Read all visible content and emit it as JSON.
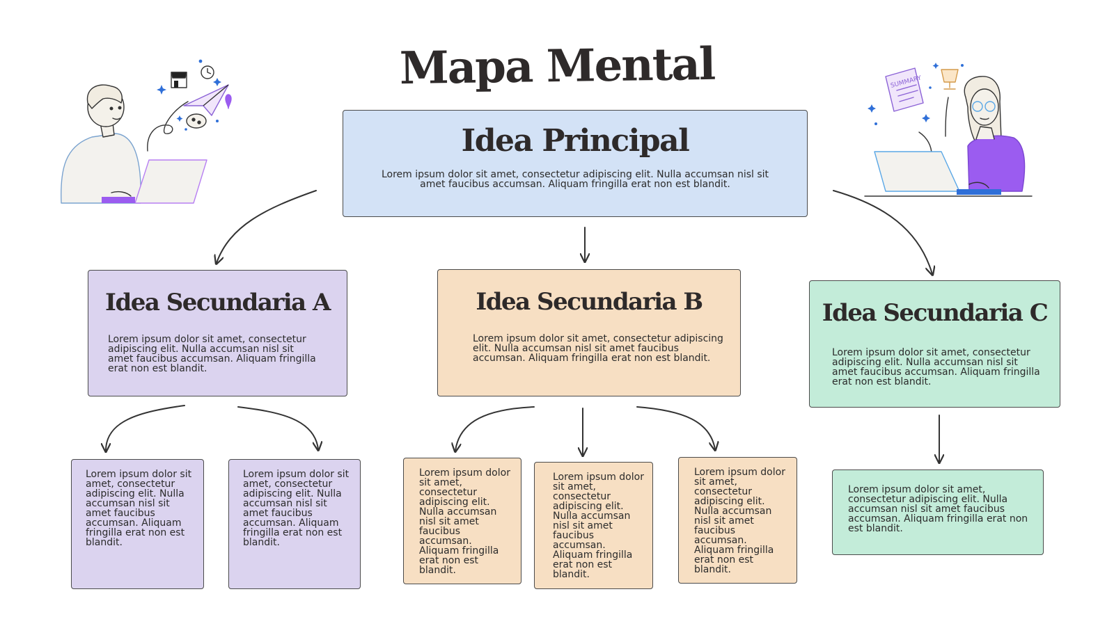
{
  "title": "Mapa Mental",
  "main_idea": {
    "title": "Idea Principal",
    "text": "Lorem ipsum dolor sit amet, consectetur adipiscing elit. Nulla accumsan nisl sit amet faucibus accumsan. Aliquam fringilla erat non est blandit."
  },
  "secondary": [
    {
      "title": "Idea Secundaria A",
      "text": "Lorem ipsum dolor sit amet, consectetur adipiscing elit. Nulla accumsan nisl sit amet faucibus accumsan. Aliquam fringilla erat non est blandit."
    },
    {
      "title": "Idea Secundaria B",
      "text": "Lorem ipsum dolor sit amet, consectetur adipiscing elit. Nulla accumsan nisl sit amet faucibus accumsan. Aliquam fringilla erat non est blandit."
    },
    {
      "title": "Idea Secundaria C",
      "text": "Lorem ipsum dolor sit amet, consectetur adipiscing elit. Nulla accumsan nisl sit amet faucibus accumsan. Aliquam fringilla erat non est blandit."
    }
  ],
  "leaves": {
    "a": [
      "Lorem ipsum dolor sit amet, consectetur adipiscing elit. Nulla accumsan nisl sit amet faucibus accumsan. Aliquam fringilla erat non est blandit.",
      "Lorem ipsum dolor sit amet, consectetur adipiscing elit. Nulla accumsan nisl sit amet faucibus accumsan. Aliquam fringilla erat non est blandit."
    ],
    "b": [
      "Lorem ipsum dolor sit amet, consectetur adipiscing elit. Nulla accumsan nisl sit amet faucibus accumsan. Aliquam fringilla erat non est blandit.",
      "Lorem ipsum dolor sit amet, consectetur adipiscing elit. Nulla accumsan nisl sit amet faucibus accumsan. Aliquam fringilla erat non est blandit.",
      "Lorem ipsum dolor sit amet, consectetur adipiscing elit. Nulla accumsan nisl sit amet faucibus accumsan. Aliquam fringilla erat non est blandit."
    ],
    "c": [
      "Lorem ipsum dolor sit amet, consectetur adipiscing elit. Nulla accumsan nisl sit amet faucibus accumsan. Aliquam fringilla erat non est blandit."
    ]
  },
  "illustrations": {
    "left": "person-with-laptop-illustration",
    "right": "woman-with-laptop-illustration",
    "summary_doc_text": "SUMMARY"
  },
  "colors": {
    "main": "#d3e2f6",
    "branch_a": "#dbd3ef",
    "branch_b": "#f7dfc3",
    "branch_c": "#c3ecd9",
    "accent_purple": "#9b5cf0"
  }
}
